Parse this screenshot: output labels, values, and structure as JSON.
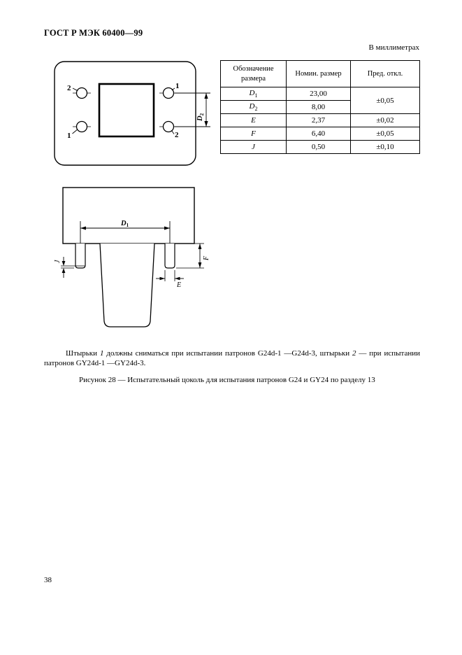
{
  "page": {
    "header": "ГОСТ Р МЭК 60400—99",
    "units_label": "В миллиметрах",
    "page_number": "38"
  },
  "table": {
    "headers": {
      "designation": "Обозначение размера",
      "nominal": "Номин. размер",
      "deviation": "Пред. откл."
    },
    "rows": [
      {
        "sym": "D",
        "sub": "1",
        "nominal": "23,00",
        "deviation": "±0,05"
      },
      {
        "sym": "D",
        "sub": "2",
        "nominal": "8,00",
        "deviation": ""
      },
      {
        "sym": "E",
        "sub": "",
        "nominal": "2,37",
        "deviation": "±0,02"
      },
      {
        "sym": "F",
        "sub": "",
        "nominal": "6,40",
        "deviation": "±0,05"
      },
      {
        "sym": "J",
        "sub": "",
        "nominal": "0,50",
        "deviation": "±0,10"
      }
    ]
  },
  "drawing": {
    "front": {
      "pin_top_left": "2",
      "pin_top_right": "1",
      "pin_bottom_left": "1",
      "pin_bottom_right": "2",
      "dim_d2_sym": "D",
      "dim_d2_sub": "2"
    },
    "side": {
      "dim_d1_sym": "D",
      "dim_d1_sub": "1",
      "dim_j": "J",
      "dim_f": "F",
      "dim_e": "E"
    }
  },
  "note": {
    "part1": "Штырьки ",
    "italic1": "1",
    "part2": " должны сниматься при испытании патронов G24d-1 —G24d-3, штырьки ",
    "italic2": "2",
    "part3": " — при испытании патронов GY24d-1 —GY24d-3."
  },
  "caption": "Рисунок 28 — Испытательный цоколь для испытания патронов G24 и GY24 по разделу 13"
}
